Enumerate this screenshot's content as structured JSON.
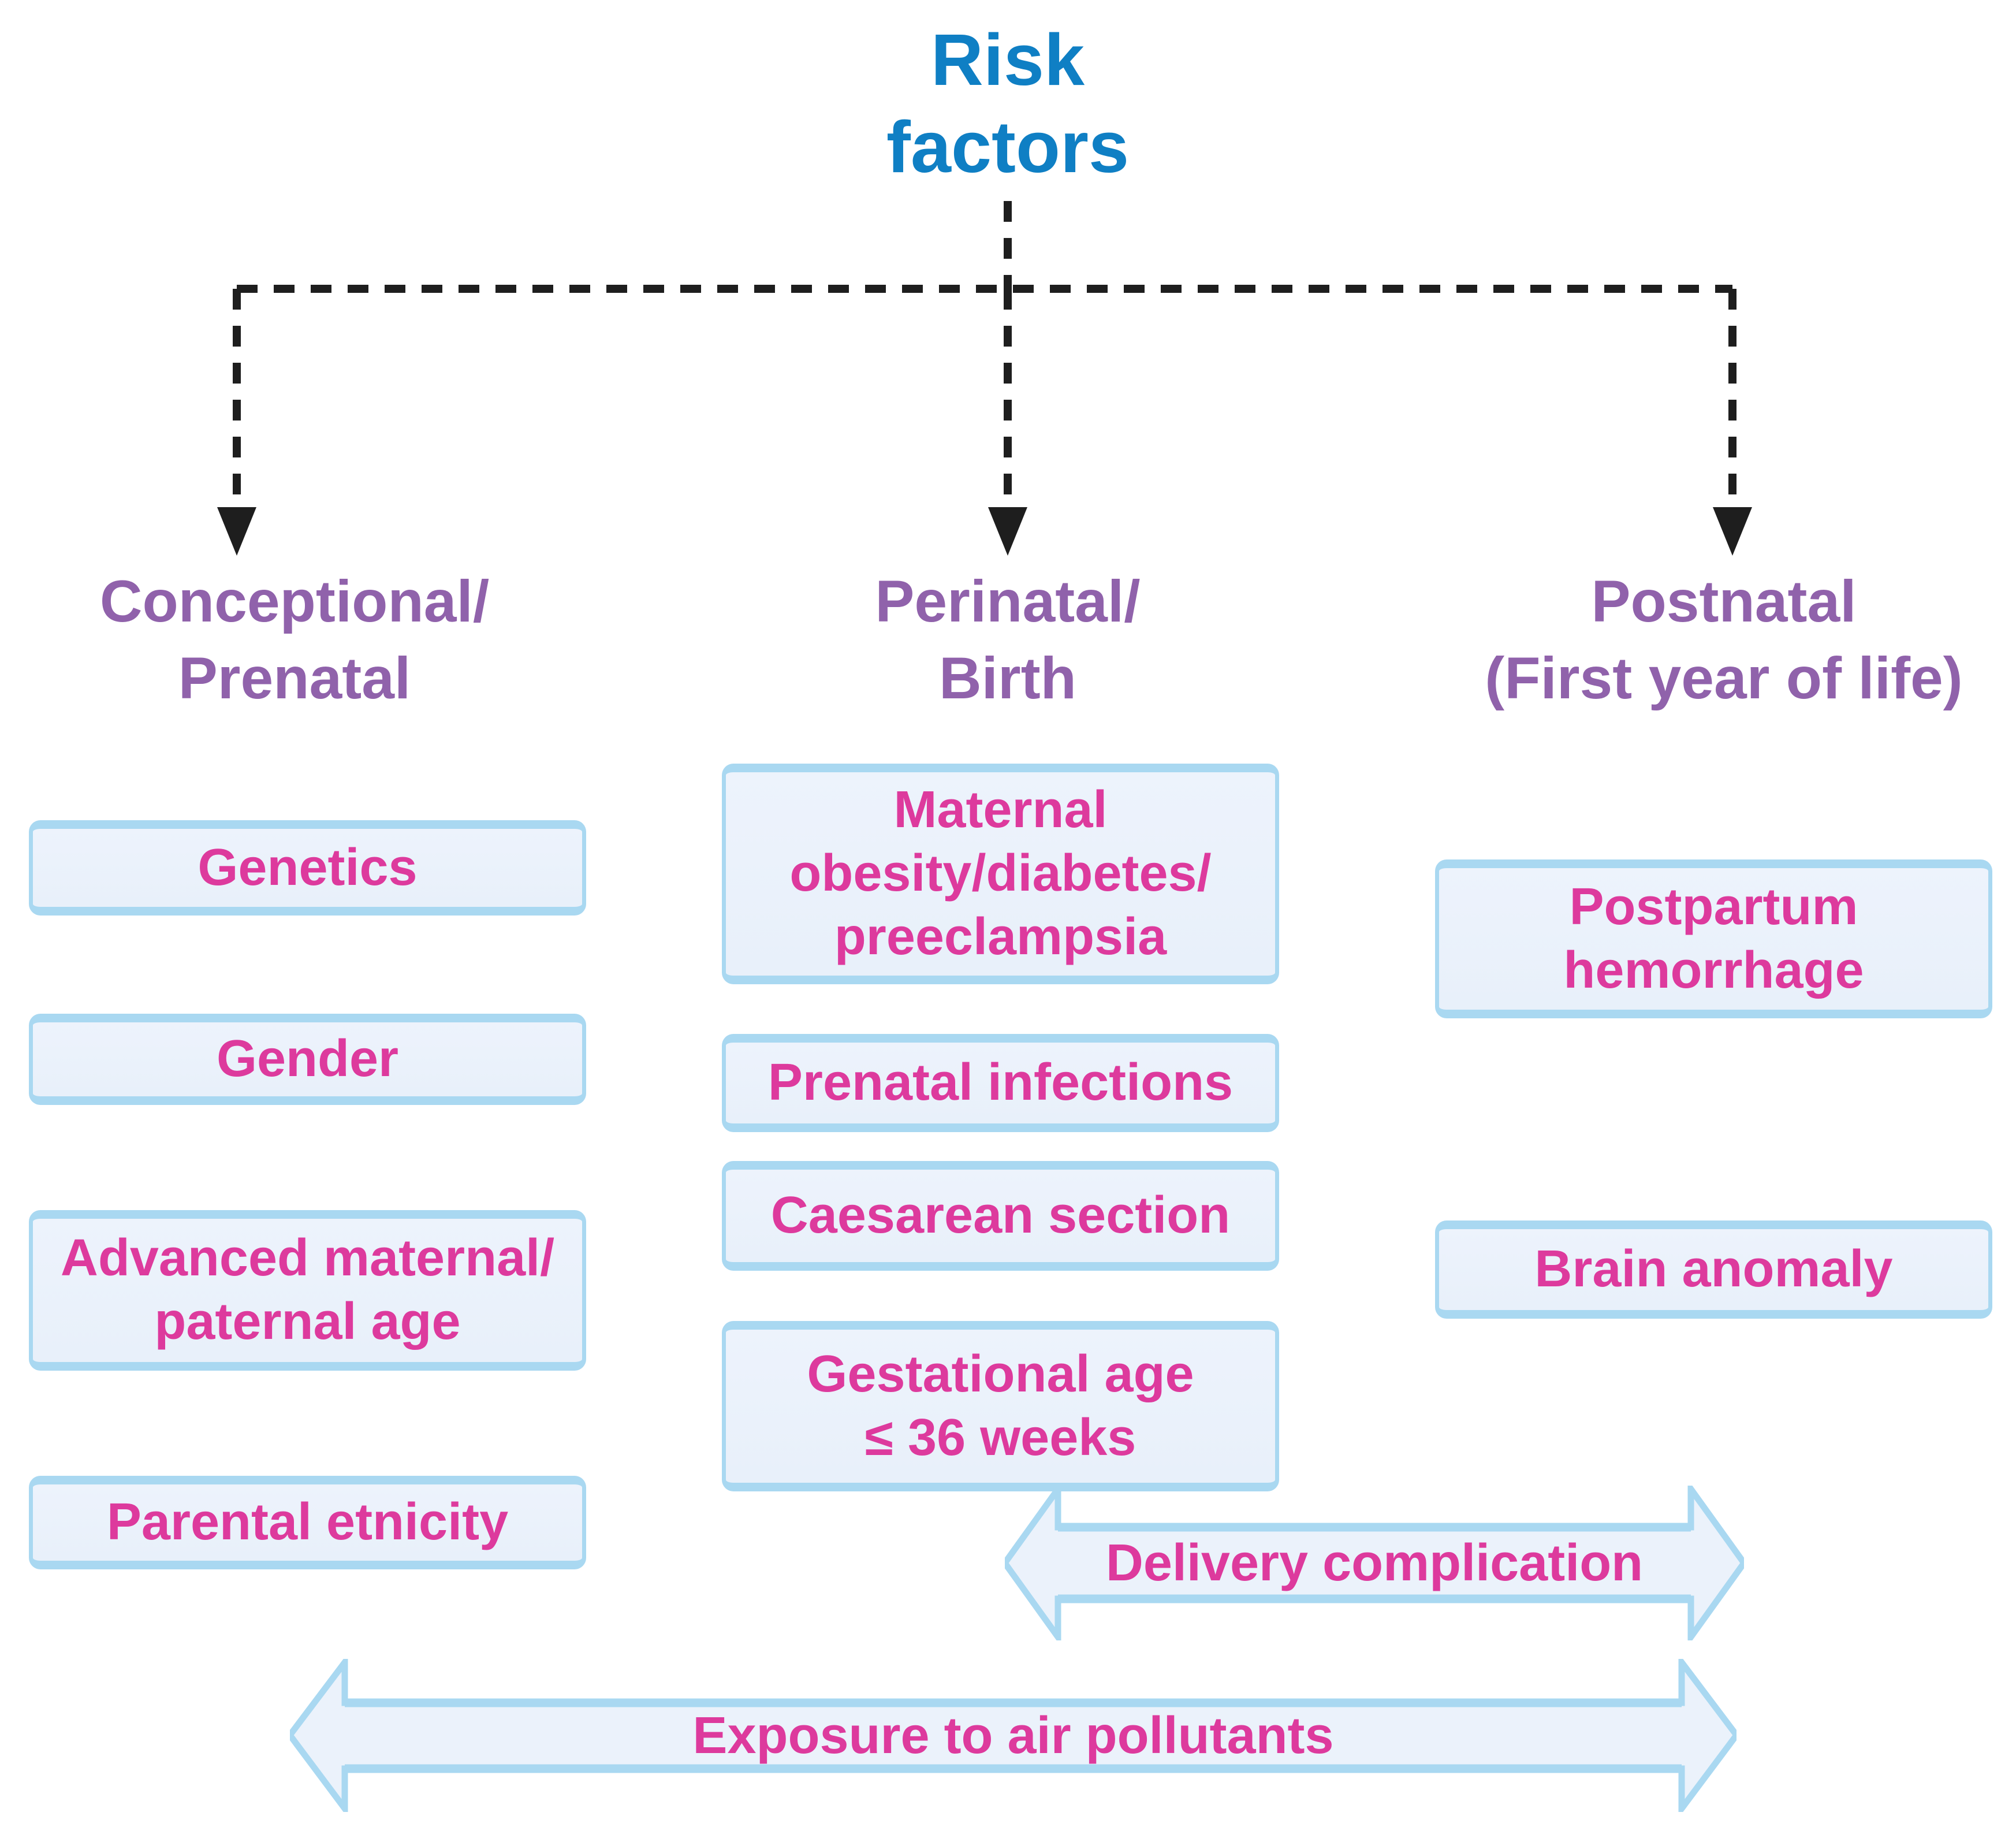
{
  "title": "Risk\nfactors",
  "columns": [
    {
      "header": "Conceptional/\nPrenatal",
      "items": [
        {
          "label": "Genetics"
        },
        {
          "label": "Gender"
        },
        {
          "label": "Advanced maternal/\npaternal age"
        },
        {
          "label": "Parental etnicity"
        }
      ]
    },
    {
      "header": "Perinatal/\nBirth",
      "items": [
        {
          "label": "Maternal\nobesity/diabetes/\npreeclampsia"
        },
        {
          "label": "Prenatal infections"
        },
        {
          "label": "Caesarean section"
        },
        {
          "label": "Gestational age\n≤ 36 weeks"
        }
      ]
    },
    {
      "header": "Postnatal\n(First year of life)",
      "items": [
        {
          "label": "Postpartum\nhemorrhage"
        },
        {
          "label": "Brain anomaly"
        }
      ]
    }
  ],
  "banners": [
    {
      "label": "Delivery complication"
    },
    {
      "label": "Exposure to air pollutants"
    }
  ],
  "colors": {
    "title_blue": "#0f7fc4",
    "header_purple": "#9062ab",
    "item_pink": "#dd3a9d",
    "box_fill": "#eaf1fa",
    "box_border": "#a9d8f1",
    "connector": "#1e1e1e"
  }
}
